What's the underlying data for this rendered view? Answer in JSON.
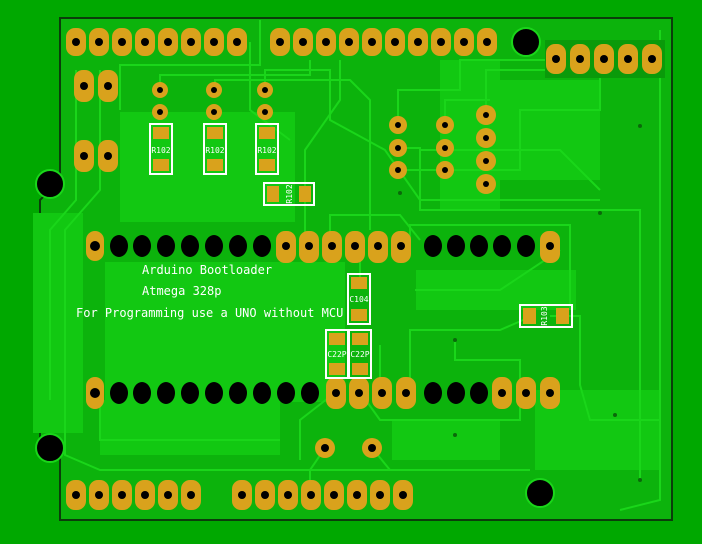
{
  "board": {
    "colors": {
      "background": "#00a800",
      "copper": "#10c410",
      "copper_dark": "#0a9a0a",
      "trace": "#1ad61a",
      "outline": "#0b3d0b",
      "pad": "#d9a21c",
      "silk": "#ffffff",
      "hole": "#000000"
    },
    "annotation": {
      "line1": "Arduino Bootloader",
      "line2": "Atmega 328p",
      "line3": "For Programming use a UNO without MCU"
    },
    "components": {
      "r1": "R102",
      "r2": "R102",
      "r3": "R102",
      "r4": "R102",
      "r5": "R103",
      "c1": "C104",
      "c2": "C22P",
      "c3": "C22P"
    }
  }
}
